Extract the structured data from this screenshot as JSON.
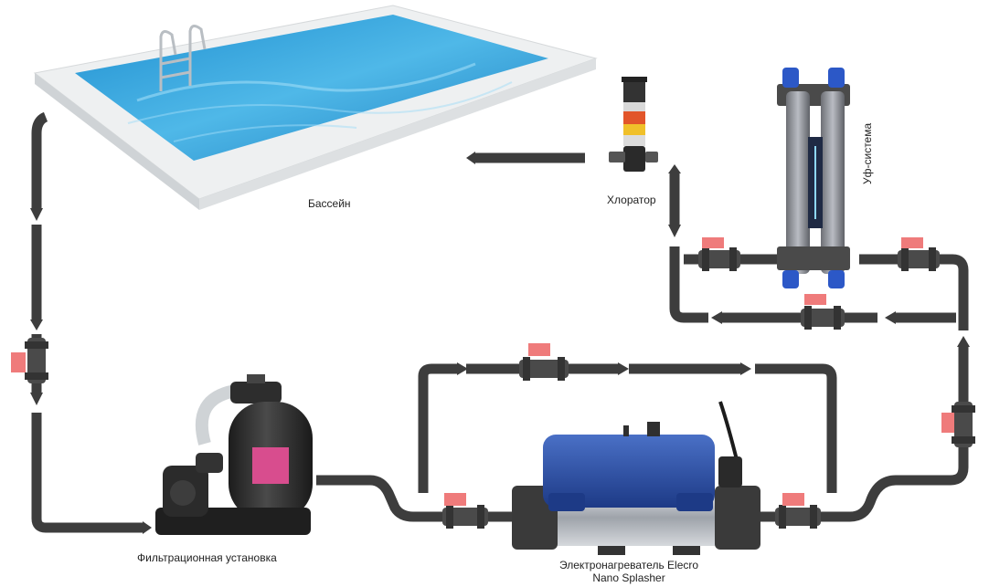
{
  "diagram": {
    "labels": {
      "pool": "Бассейн",
      "chlorinator": "Хлоратор",
      "uv": "Уф-система",
      "filter": "Фильтрационная установка",
      "heater_line1": "Электронагреватель Elecro",
      "heater_line2": "Nano Splasher"
    },
    "colors": {
      "pipe": "#3d3d3d",
      "pipe_dark": "#2a2a2a",
      "valve_handle": "#ef7b7b",
      "water": "#2f9fd8",
      "water_light": "#7fcff0",
      "pool_rim": "#f1f3f4",
      "heater_blue": "#2a4ea0",
      "filter_tank": "#2b2b2b",
      "filter_label": "#d84d8e"
    }
  }
}
